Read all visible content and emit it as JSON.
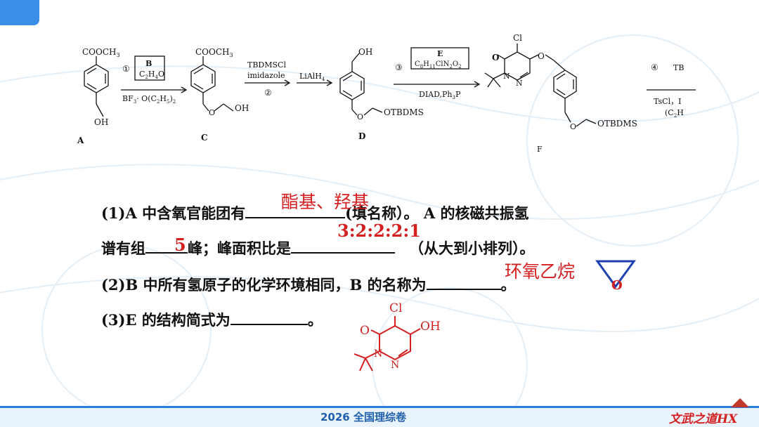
{
  "scheme": {
    "compound_labels": [
      "A",
      "C",
      "D",
      "F"
    ],
    "a_top": "COOCH",
    "a_top_sub": "3",
    "a_bottom": "OH",
    "step1_circle": "①",
    "step1_reagent_box": "B",
    "step1_reagent_formula": "C",
    "step1_reagent_formula_b": "H",
    "step1_reagent_formula_c": "O",
    "step1_sub1": "2",
    "step1_sub2": "4",
    "step1_below": "BF",
    "step1_below_b": "· O(C",
    "step1_below_c": "H",
    "step1_below_d": ")",
    "step1_below_s1": "3",
    "step1_below_s2": "2",
    "step1_below_s3": "5",
    "step1_below_s4": "2",
    "c_top": "COOCH",
    "c_top_sub": "3",
    "c_side": "OH",
    "c_o": "O",
    "step2_top1": "TBDMSCl",
    "step2_top2": "imidazole",
    "step2_circle": "②",
    "step3_top": "LiAlH",
    "step3_top_sub": "4",
    "d_oh": "OH",
    "d_o": "O",
    "d_otbdms": "OTBDMS",
    "step4_circle": "③",
    "step4_box": "E",
    "step4_formula_a": "C",
    "step4_formula_s1": "8",
    "step4_formula_b": "H",
    "step4_formula_s2": "11",
    "step4_formula_c": "ClN",
    "step4_formula_s3": "2",
    "step4_formula_d": "O",
    "step4_formula_s4": "2",
    "step4_below": "DIAD,Ph",
    "step4_below_sub": "3",
    "step4_below_p": "P",
    "f_cl": "Cl",
    "f_o_top": "O",
    "f_o_left": "O",
    "f_n1": "N",
    "f_n2": "N",
    "f_o_chain": "O",
    "f_otbdms": "OTBDMS",
    "step5_circle": "④",
    "step5_top": "TB",
    "step5_below1": "TsCl",
    "step5_below1_b": "，I",
    "step5_below2": "(C",
    "step5_below2_sub": "2",
    "step5_below2_b": "H"
  },
  "questions": {
    "q1_line1_a": "(1)A 中含氧官能团有",
    "q1_line1_b": "(填名称）。 A 的核磁共振氢",
    "q1_line2_a": "谱有组",
    "q1_line2_b": "峰；峰面积比是",
    "q1_line2_c": "（从大到小排列）。",
    "q2": "(2)B 中所有氢原子的化学环境相同，B 的名称为",
    "q2_end": "。",
    "q3": "(3)E 的结构简式为",
    "q3_end": "。"
  },
  "answers": {
    "a1": "酯基、羟基",
    "a2": "5",
    "a3": "3:2:2:2:1",
    "a4": "环氧乙烷",
    "epoxide_o": "O",
    "e_cl": "Cl",
    "e_oh": "OH",
    "e_o": "O",
    "e_n1": "N",
    "e_n2": "N"
  },
  "footer": {
    "title": "2026 全国理综卷",
    "logo": "文武之道HX"
  },
  "colors": {
    "answer_red": "#d42020",
    "accent_blue": "#3a8ee6",
    "footer_blue": "#1f5fae"
  }
}
